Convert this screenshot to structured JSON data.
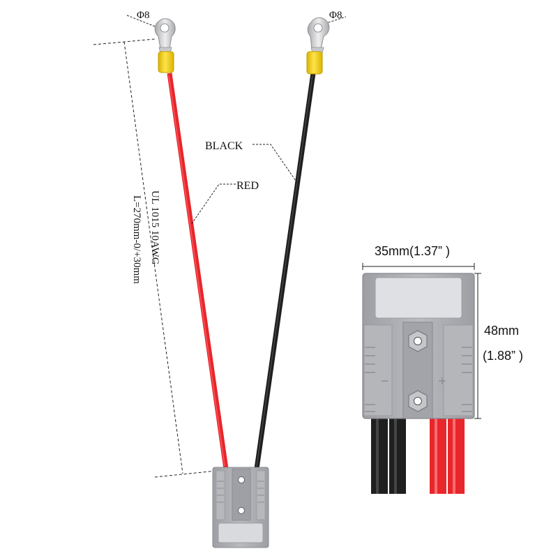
{
  "labels": {
    "hole_left": "Φ8",
    "hole_right": "Φ8",
    "black": "BLACK",
    "red": "RED",
    "wire_spec": "UL 1015 10AWG",
    "length": "L=270mm-0/+30mm",
    "width_dim": "35mm(1.37” )",
    "height_dim_mm": "48mm",
    "height_dim_in": "(1.88” )",
    "minus_sign": "−",
    "plus_sign": "+"
  },
  "colors": {
    "red_wire": "#e8262b",
    "black_wire": "#1f1f1f",
    "housing": "#a9abb0",
    "housing_dark": "#8c8e93",
    "housing_light": "#d3d4d8",
    "terminal_sleeve": "#f5d000",
    "terminal_metal": "#c9cacd"
  }
}
